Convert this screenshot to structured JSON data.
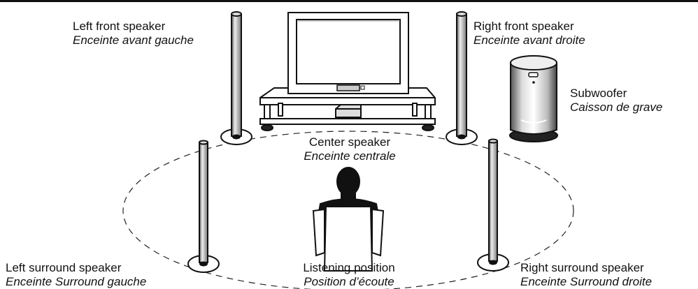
{
  "labels": {
    "left_front": {
      "en": "Left front speaker",
      "fr": "Enceinte avant gauche"
    },
    "right_front": {
      "en": "Right front speaker",
      "fr": "Enceinte avant droite"
    },
    "subwoofer": {
      "en": "Subwoofer",
      "fr": "Caisson de grave"
    },
    "center": {
      "en": "Center speaker",
      "fr": "Enceinte centrale"
    },
    "left_surround": {
      "en": "Left surround speaker",
      "fr": "Enceinte Surround gauche"
    },
    "listening": {
      "en": "Listening position",
      "fr": "Position d’écoute"
    },
    "right_surround": {
      "en": "Right surround speaker",
      "fr": "Enceinte Surround droite"
    }
  },
  "icons": [
    "television-icon",
    "tv-stand-icon",
    "center-speaker-icon",
    "front-speaker-icon",
    "surround-speaker-icon",
    "subwoofer-icon",
    "listener-icon",
    "listening-circle-icon"
  ]
}
